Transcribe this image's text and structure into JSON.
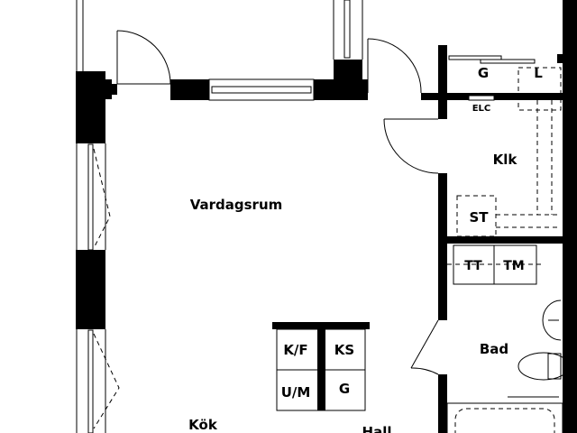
{
  "rooms": {
    "vardagsrum": "Vardagsrum",
    "kok": "Kök",
    "hall": "Hall",
    "klk": "Klk",
    "bad": "Bad"
  },
  "fixtures": {
    "g_closet": "G",
    "l_closet": "L",
    "elc": "ELC",
    "st": "ST",
    "tt": "TT",
    "tm": "TM",
    "kf": "K/F",
    "ks": "KS",
    "um": "U/M",
    "g_kitchen": "G"
  },
  "colors": {
    "wall": "#000000",
    "background": "#ffffff"
  }
}
